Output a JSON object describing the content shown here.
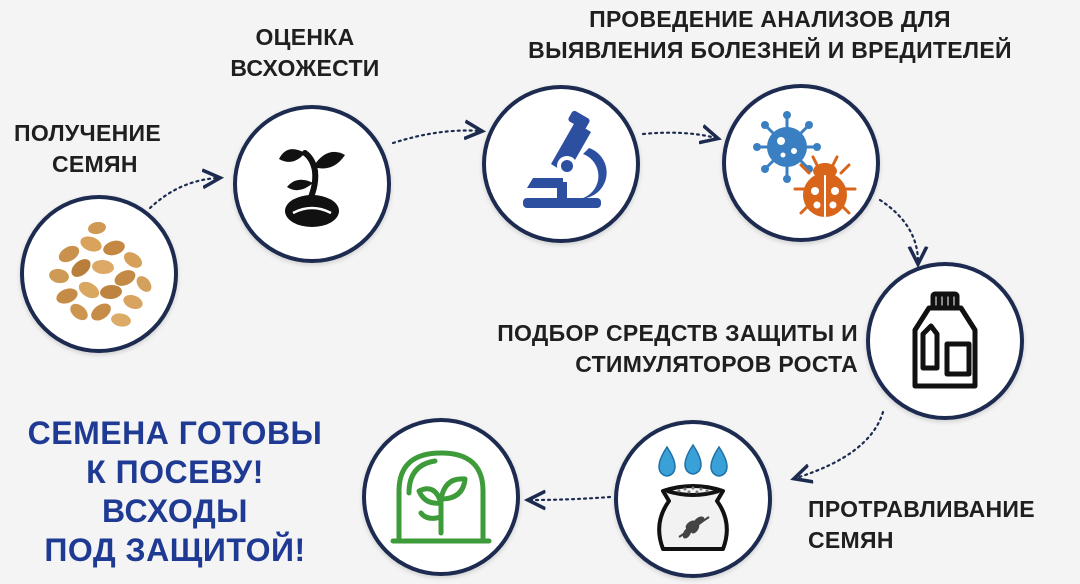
{
  "steps": {
    "seeds": {
      "label_line1": "ПОЛУЧЕНИЕ",
      "label_line2": "СЕМЯН",
      "icon": "wheat-grains-image"
    },
    "germination": {
      "label_line1": "ОЦЕНКА",
      "label_line2": "ВСХОЖЕСТИ",
      "icon": "sprout-icon"
    },
    "analysis": {
      "label_line1": "ПРОВЕДЕНИЕ АНАЛИЗОВ ДЛЯ",
      "label_line2": "ВЫЯВЛЕНИЯ БОЛЕЗНЕЙ И ВРЕДИТЕЛЕЙ",
      "icon": "microscope-icon"
    },
    "pests": {
      "icon": "virus-and-bug-icon"
    },
    "selection": {
      "label_line1": "ПОДБОР СРЕДСТВ ЗАЩИТЫ И",
      "label_line2": "СТИМУЛЯТОРОВ РОСТА",
      "icon": "chemical-bottle-icon"
    },
    "treatment": {
      "label_line1": "ПРОТРАВЛИВАНИЕ",
      "label_line2": "СЕМЯН",
      "icon": "seed-sack-with-drops-icon"
    },
    "protected": {
      "icon": "sprout-under-dome-icon"
    }
  },
  "final_message": {
    "line1": "СЕМЕНА ГОТОВЫ",
    "line2": "К ПОСЕВУ!",
    "line3": "ВСХОДЫ",
    "line4": "ПОД ЗАЩИТОЙ!"
  },
  "colors": {
    "circle_border": "#1c2b4f",
    "final_text": "#1f3a93",
    "microscope": "#2c4fa0",
    "virus": "#3a7fc1",
    "bug": "#d9651b",
    "water": "#3aa0d8",
    "dome_green": "#3e9b3a",
    "arrow": "#1c2b4f"
  }
}
